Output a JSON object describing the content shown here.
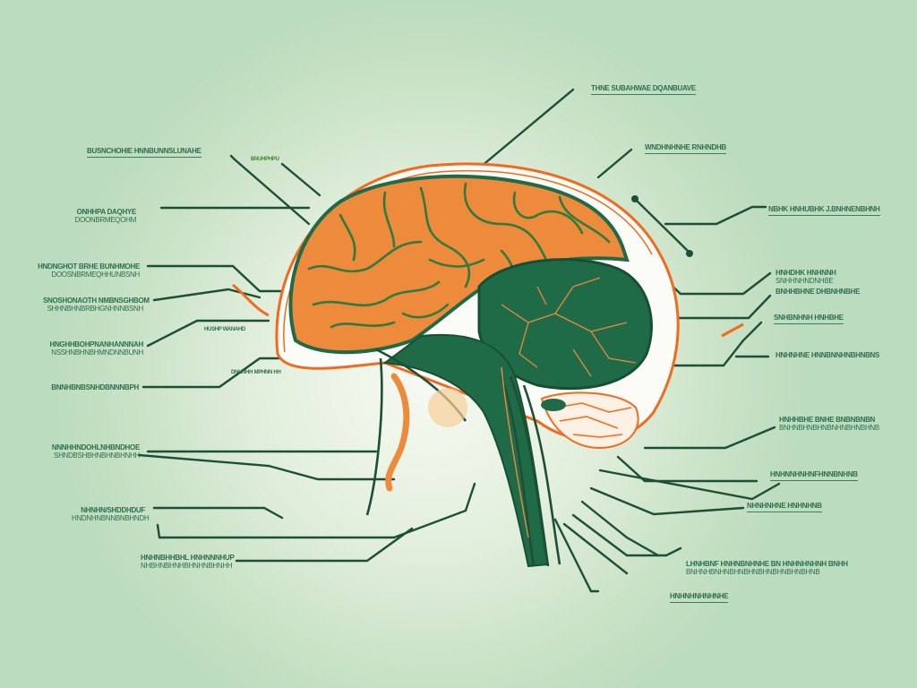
{
  "diagram": {
    "subject": "brain-illustration",
    "colors": {
      "background": "#c8e2c6",
      "background_center": "#f7faf3",
      "cortex_orange": "#ee8a3c",
      "outline_orange": "#f26a1e",
      "deep_green": "#1f6b48",
      "line_green": "#1d4f36",
      "label_green": "#2f6e4e"
    },
    "labels": [
      {
        "id": "top-right-1",
        "line1": "THNE SUBAHWAE DQANBUAVE",
        "line2": ""
      },
      {
        "id": "top-left-1",
        "line1": "BUSNCHOHIE HNNBUNNSLUNAHE",
        "line2": ""
      },
      {
        "id": "top-left-small",
        "line1": "BNUHPHPU",
        "line2": ""
      },
      {
        "id": "left-2",
        "line1": "ONHHPA DAQHYE",
        "line2": "DOONBRMEQOHM"
      },
      {
        "id": "left-3",
        "line1": "HNDNGHOT BRHE BUNHMOHE",
        "line2": "DOOSNBRMEQHHUNBSNH"
      },
      {
        "id": "left-4",
        "line1": "SNOSHONAOTH NMBNSGHBOM",
        "line2": "SHHNBHNBRBHGNHNNBSNH"
      },
      {
        "id": "left-inner-1",
        "line1": "HUSHP WANAHD",
        "line2": ""
      },
      {
        "id": "left-5",
        "line1": "HNGHHBOHPNANHANNNAH",
        "line2": "NSSHNBHNBHMNDNNBUNH"
      },
      {
        "id": "left-inner-2",
        "line1": "DNHNHH MPHNN HH",
        "line2": ""
      },
      {
        "id": "left-6",
        "line1": "BNNHBNBSNHDBNNNBPH",
        "line2": ""
      },
      {
        "id": "left-7",
        "line1": "NNNHHNDOHLNHBNDHOE",
        "line2": "SHNDBSHBHNBHNBHNHH"
      },
      {
        "id": "left-8",
        "line1": "NHNHN/SHDDHDUF",
        "line2": "HNDNHNBNNBNBHNDH"
      },
      {
        "id": "left-9",
        "line1": "HNHNBHHBHL HNHNNNHUP",
        "line2": "NHBHNBHNHBHNHNBHNHH"
      },
      {
        "id": "right-1",
        "line1": "WNDHNHNHE RNHNDHB",
        "line2": ""
      },
      {
        "id": "right-2",
        "line1": "NBHK HNHUBHK J.BNHNENBHNH",
        "line2": ""
      },
      {
        "id": "right-3",
        "line1": "HNHDHK HNHNNH",
        "line2": "SNHHNHNDNHBE"
      },
      {
        "id": "right-4",
        "line1": "BNHHBHNE DHBNHNBHE",
        "line2": ""
      },
      {
        "id": "right-5",
        "line1": "SNHBNHNH HNHBHE",
        "line2": ""
      },
      {
        "id": "right-6",
        "line1": "HNHNHNE HNNBNNHNBHNBNS",
        "line2": ""
      },
      {
        "id": "right-7",
        "line1": "HNHHBHE BNHE BNBNBNBN",
        "line2": "BNHNBHNBHNBNHNBHNBHNB"
      },
      {
        "id": "right-8",
        "line1": "HNHNNHNHNFHNNBNHNB",
        "line2": ""
      },
      {
        "id": "right-9",
        "line1": "NHNHNHNE HNHNHNB",
        "line2": ""
      },
      {
        "id": "right-10",
        "line1": "LHNHBNF HNHNBNHNHE BN HNHNHNHNH BNHH",
        "line2": "BNHNHBNHNBHNBHNBHNBHNBHNBHNB"
      },
      {
        "id": "right-11",
        "line1": "HNHNHNHNHNHE",
        "line2": ""
      }
    ]
  }
}
